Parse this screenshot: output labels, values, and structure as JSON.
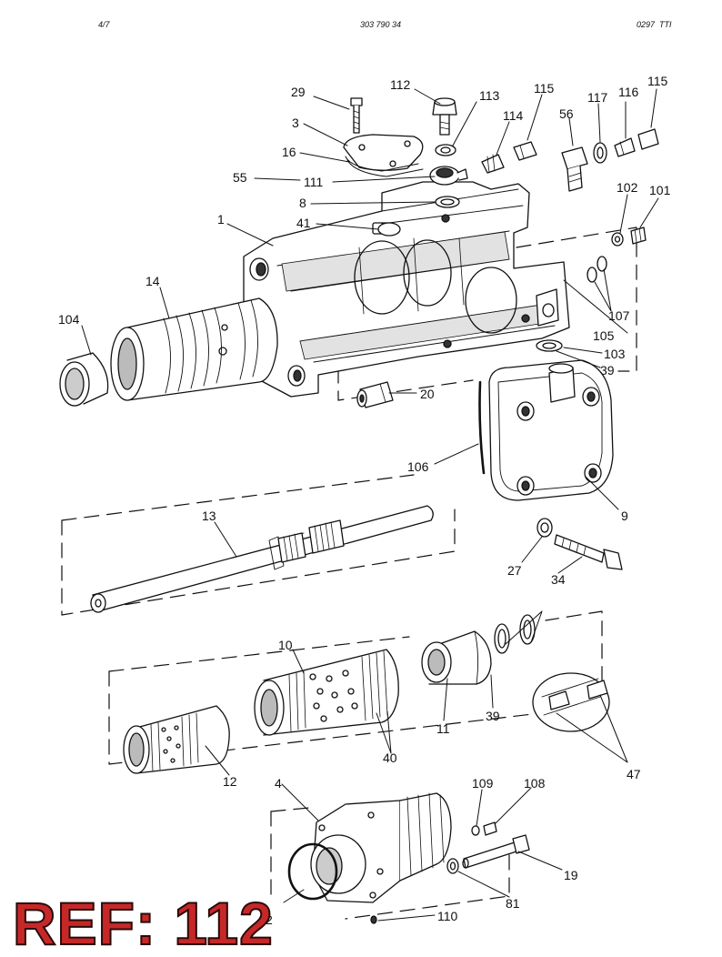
{
  "header": {
    "page": "4/7",
    "doc_number": "303 790 34",
    "revision": "0297  TTI"
  },
  "reference": "REF: 112",
  "colors": {
    "ink": "#111111",
    "ref_fill": "#c62828",
    "ref_outline": "#2a0a0a"
  },
  "callouts": [
    {
      "id": "c29",
      "text": "29"
    },
    {
      "id": "c112",
      "text": "112"
    },
    {
      "id": "c113",
      "text": "113"
    },
    {
      "id": "c115a",
      "text": "115"
    },
    {
      "id": "c114",
      "text": "114"
    },
    {
      "id": "c56",
      "text": "56"
    },
    {
      "id": "c117",
      "text": "117"
    },
    {
      "id": "c116",
      "text": "116"
    },
    {
      "id": "c115b",
      "text": "115"
    },
    {
      "id": "c3",
      "text": "3"
    },
    {
      "id": "c16",
      "text": "16"
    },
    {
      "id": "c55",
      "text": "55"
    },
    {
      "id": "c111",
      "text": "111"
    },
    {
      "id": "c8",
      "text": "8"
    },
    {
      "id": "c41",
      "text": "41"
    },
    {
      "id": "c1",
      "text": "1"
    },
    {
      "id": "c102",
      "text": "102"
    },
    {
      "id": "c101",
      "text": "101"
    },
    {
      "id": "c14",
      "text": "14"
    },
    {
      "id": "c104",
      "text": "104"
    },
    {
      "id": "c107",
      "text": "107"
    },
    {
      "id": "c105",
      "text": "105"
    },
    {
      "id": "c103",
      "text": "103"
    },
    {
      "id": "c39a",
      "text": "39"
    },
    {
      "id": "c20",
      "text": "20"
    },
    {
      "id": "c106",
      "text": "106"
    },
    {
      "id": "c9",
      "text": "9"
    },
    {
      "id": "c13",
      "text": "13"
    },
    {
      "id": "c27",
      "text": "27"
    },
    {
      "id": "c34",
      "text": "34"
    },
    {
      "id": "c10",
      "text": "10"
    },
    {
      "id": "c11",
      "text": "11"
    },
    {
      "id": "c39b",
      "text": "39"
    },
    {
      "id": "c40",
      "text": "40"
    },
    {
      "id": "c12",
      "text": "12"
    },
    {
      "id": "c47",
      "text": "47"
    },
    {
      "id": "c4",
      "text": "4"
    },
    {
      "id": "c109",
      "text": "109"
    },
    {
      "id": "c108",
      "text": "108"
    },
    {
      "id": "c19",
      "text": "19"
    },
    {
      "id": "c81",
      "text": "81"
    },
    {
      "id": "c2",
      "text": "2"
    },
    {
      "id": "c110",
      "text": "110"
    }
  ]
}
